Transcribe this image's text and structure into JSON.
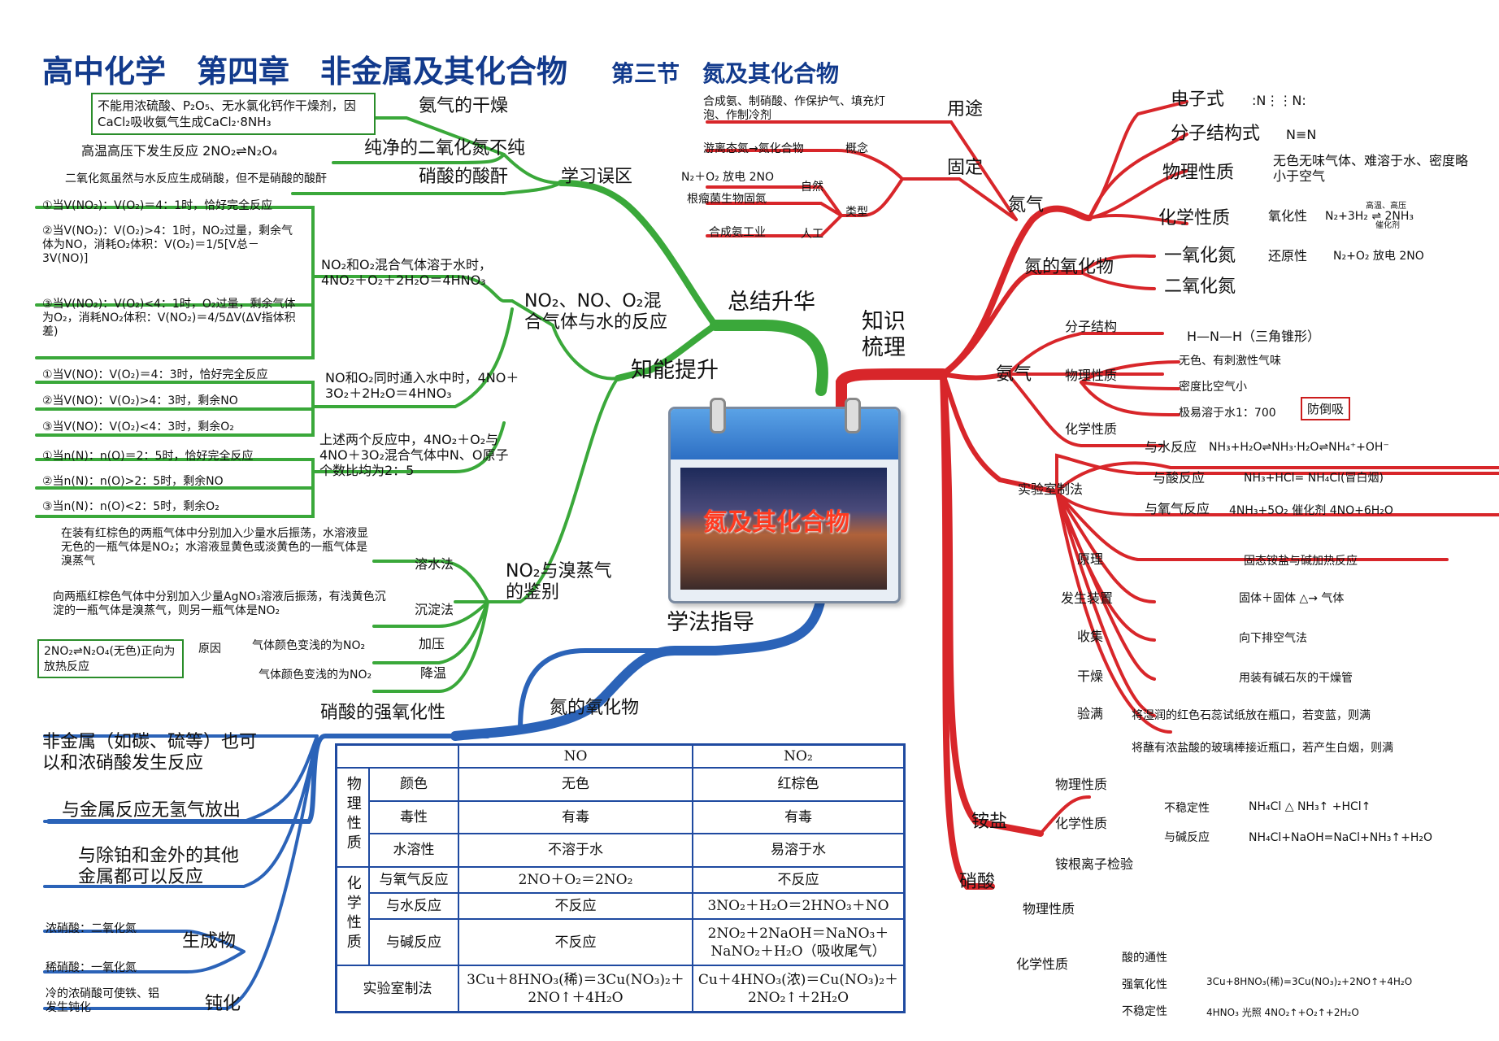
{
  "title": {
    "main": "高中化学　第四章　非金属及其化合物",
    "section": "第三节　氮及其化合物"
  },
  "center": {
    "label": "氮及其化合物"
  },
  "branches": {
    "zsh": "总结升华",
    "znts": "知能提升",
    "xxwq": "学习误区",
    "zssl": "知识梳理",
    "xfzd": "学法指导"
  },
  "wuqu": {
    "b1": "氨气的干燥",
    "b1_box": "不能用浓硫酸、P₂O₅、无水氯化钙作干燥剂，因CaCl₂吸收氨气生成CaCl₂·8NH₃",
    "b2": "纯净的二氧化氮不纯",
    "b2_text": "高温高压下发生反应 2NO₂⇌N₂O₄",
    "b3": "硝酸的酸酐",
    "b3_text": "二氧化氮虽然与水反应生成硝酸，但不是硝酸的酸酐"
  },
  "tisheng": {
    "h1": "NO₂、NO、O₂混合气体与水的反应",
    "g1": "NO₂和O₂混合气体溶于水时，4NO₂＋O₂＋2H₂O＝4HNO₃",
    "g1a": "①当V(NO₂)：V(O₂)＝4：1时，恰好完全反应",
    "g1b": "②当V(NO₂)：V(O₂)>4：1时，NO₂过量，剩余气体为NO，消耗O₂体积：V(O₂)＝1/5[V总－3V(NO)]",
    "g1c": "③当V(NO₂)：V(O₂)<4：1时，O₂过量，剩余气体为O₂，消耗NO₂体积：V(NO₂)＝4/5ΔV(ΔV指体积差)",
    "g2": "NO和O₂同时通入水中时，4NO＋3O₂＋2H₂O＝4HNO₃",
    "g2a": "①当V(NO)：V(O₂)＝4：3时，恰好完全反应",
    "g2b": "②当V(NO)：V(O₂)>4：3时，剩余NO",
    "g2c": "③当V(NO)：V(O₂)<4：3时，剩余O₂",
    "g3": "上述两个反应中，4NO₂＋O₂与4NO＋3O₂混合气体中N、O原子个数比均为2：5",
    "g3a": "①当n(N)：n(O)＝2：5时，恰好完全反应",
    "g3b": "②当n(N)：n(O)>2：5时，剩余NO",
    "g3c": "③当n(N)：n(O)<2：5时，剩余O₂",
    "h2": "NO₂与溴蒸气的鉴别",
    "m1": "溶水法",
    "m1_t": "在装有红棕色的两瓶气体中分别加入少量水后振荡，水溶液显无色的一瓶气体是NO₂；水溶液显黄色或淡黄色的一瓶气体是溴蒸气",
    "m2": "沉淀法",
    "m2_t": "向两瓶红棕色气体中分别加入少量AgNO₃溶液后振荡，有浅黄色沉淀的一瓶气体是溴蒸气，则另一瓶气体是NO₂",
    "m3": "加压",
    "m3_t": "气体颜色变浅的为NO₂",
    "m4": "降温",
    "m4_t": "气体颜色变浅的为NO₂",
    "reason": "原因",
    "reason_box": "2NO₂⇌N₂O₄(无色)正向为放热反应"
  },
  "shuli": {
    "yongtu": "用途",
    "yongtu_t": "合成氨、制硝酸、作保护气、填充灯泡、作制冷剂",
    "guding": "固定",
    "gainian": "概念",
    "gainian_t": "游离态氮→氮化合物",
    "leixing": "类型",
    "ziran": "自然",
    "rengong": "人工",
    "zr1": "N₂＋O₂ 放电 2NO",
    "zr2": "根瘤菌生物固氮",
    "rg1": "合成氨工业",
    "danqi": "氮气",
    "dzs": "电子式",
    "dzs_v": ":N⋮⋮N:",
    "fzjg": "分子结构式",
    "fzjg_v": "N≡N",
    "wlxz": "物理性质",
    "wlxz_v": "无色无味气体、难溶于水、密度略小于空气",
    "hxxz": "化学性质",
    "yhx": "氧化性",
    "yhx_v": "N₂+3H₂ ⇌ 2NH₃",
    "hyx": "还原性",
    "hyx_v": "N₂+O₂ 放电 2NO",
    "cond1": "高温、高压",
    "cond2": "催化剂",
    "dyhw": "氮的氧化物",
    "ni1": "一氧化氮",
    "ni2": "二氧化氮",
    "anqi": "氨气",
    "aq_fz": "分子结构",
    "aq_fz_v": "H—N—H（三角锥形）",
    "aq_wl": "物理性质",
    "aq_w1": "无色、有刺激性气味",
    "aq_w2": "密度比空气小",
    "aq_w3": "极易溶于水1：700",
    "fdx": "防倒吸",
    "aq_hx": "化学性质",
    "aq_h1": "与水反应",
    "aq_h1v": "NH₃+H₂O⇌NH₃·H₂O⇌NH₄⁺+OH⁻",
    "aq_h2": "与酸反应",
    "aq_h2v": "NH₃+HCl= NH₄Cl(冒白烟)",
    "aq_h3": "与氧气反应",
    "aq_h3v": "4NH₃+5O₂ 催化剂 4NO+6H₂O",
    "syszf": "实验室制法",
    "yl": "原理",
    "yl_v": "固态铵盐与碱加热反应",
    "fszz": "发生装置",
    "fszz_v": "固体＋固体 △→ 气体",
    "sj": "收集",
    "sj_v": "向下排空气法",
    "gz": "干燥",
    "gz_v": "用装有碱石灰的干燥管",
    "ym": "验满",
    "ym1": "将湿润的红色石蕊试纸放在瓶口，若变蓝，则满",
    "ym2": "将蘸有浓盐酸的玻璃棒接近瓶口，若产生白烟，则满",
    "anyan": "铵盐",
    "ay_wl": "物理性质",
    "ay_hx": "化学性质",
    "bwd": "不稳定性",
    "bwd_v": "NH₄Cl △ NH₃↑ +HCl↑",
    "yjfy": "与碱反应",
    "yjfy_v": "NH₄Cl+NaOH=NaCl+NH₃↑+H₂O",
    "agjy": "铵根离子检验",
    "xiaosuan": "硝酸",
    "xs_wl": "物理性质",
    "xs_hx": "化学性质",
    "sdtx": "酸的通性",
    "qyhx": "强氧化性",
    "qyhx_v": "3Cu+8HNO₃(稀)=3Cu(NO₃)₂+2NO↑+4H₂O",
    "xs_bwd": "不稳定性",
    "xs_bwd_v": "4HNO₃ 光照 4NO₂↑+O₂↑+2H₂O"
  },
  "zhidao": {
    "qyhx": "硝酸的强氧化性",
    "dyhw": "氮的氧化物",
    "p1": "非金属（如碳、硫等）也可以和浓硝酸发生反应",
    "p2": "与金属反应无氢气放出",
    "p3": "与除铂和金外的其他金属都可以反应",
    "scw": "生成物",
    "scw1": "浓硝酸：二氧化氮",
    "scw2": "稀硝酸：一氧化氮",
    "dh": "钝化",
    "dh_t": "冷的浓硝酸可使铁、铝发生钝化"
  },
  "table": {
    "col_no": "NO",
    "col_no2": "NO₂",
    "grp1": "物理性质",
    "grp2": "化学性质",
    "rows": [
      {
        "k": "颜色",
        "a": "无色",
        "b": "红棕色"
      },
      {
        "k": "毒性",
        "a": "有毒",
        "b": "有毒"
      },
      {
        "k": "水溶性",
        "a": "不溶于水",
        "b": "易溶于水"
      },
      {
        "k": "与氧气反应",
        "a": "2NO＋O₂＝2NO₂",
        "b": "不反应"
      },
      {
        "k": "与水反应",
        "a": "不反应",
        "b": "3NO₂＋H₂O＝2HNO₃＋NO"
      },
      {
        "k": "与碱反应",
        "a": "不反应",
        "b": "2NO₂＋2NaOH＝NaNO₃＋NaNO₂＋H₂O（吸收尾气）"
      }
    ],
    "lab": "实验室制法",
    "lab_a": "3Cu＋8HNO₃(稀)＝3Cu(NO₃)₂＋2NO↑＋4H₂O",
    "lab_b": "Cu＋4HNO₃(浓)＝Cu(NO₃)₂＋2NO₂↑＋2H₂O"
  },
  "colors": {
    "green": "#3aa83a",
    "red": "#d8262a",
    "blue": "#2b63b8",
    "title": "#123a8c"
  }
}
